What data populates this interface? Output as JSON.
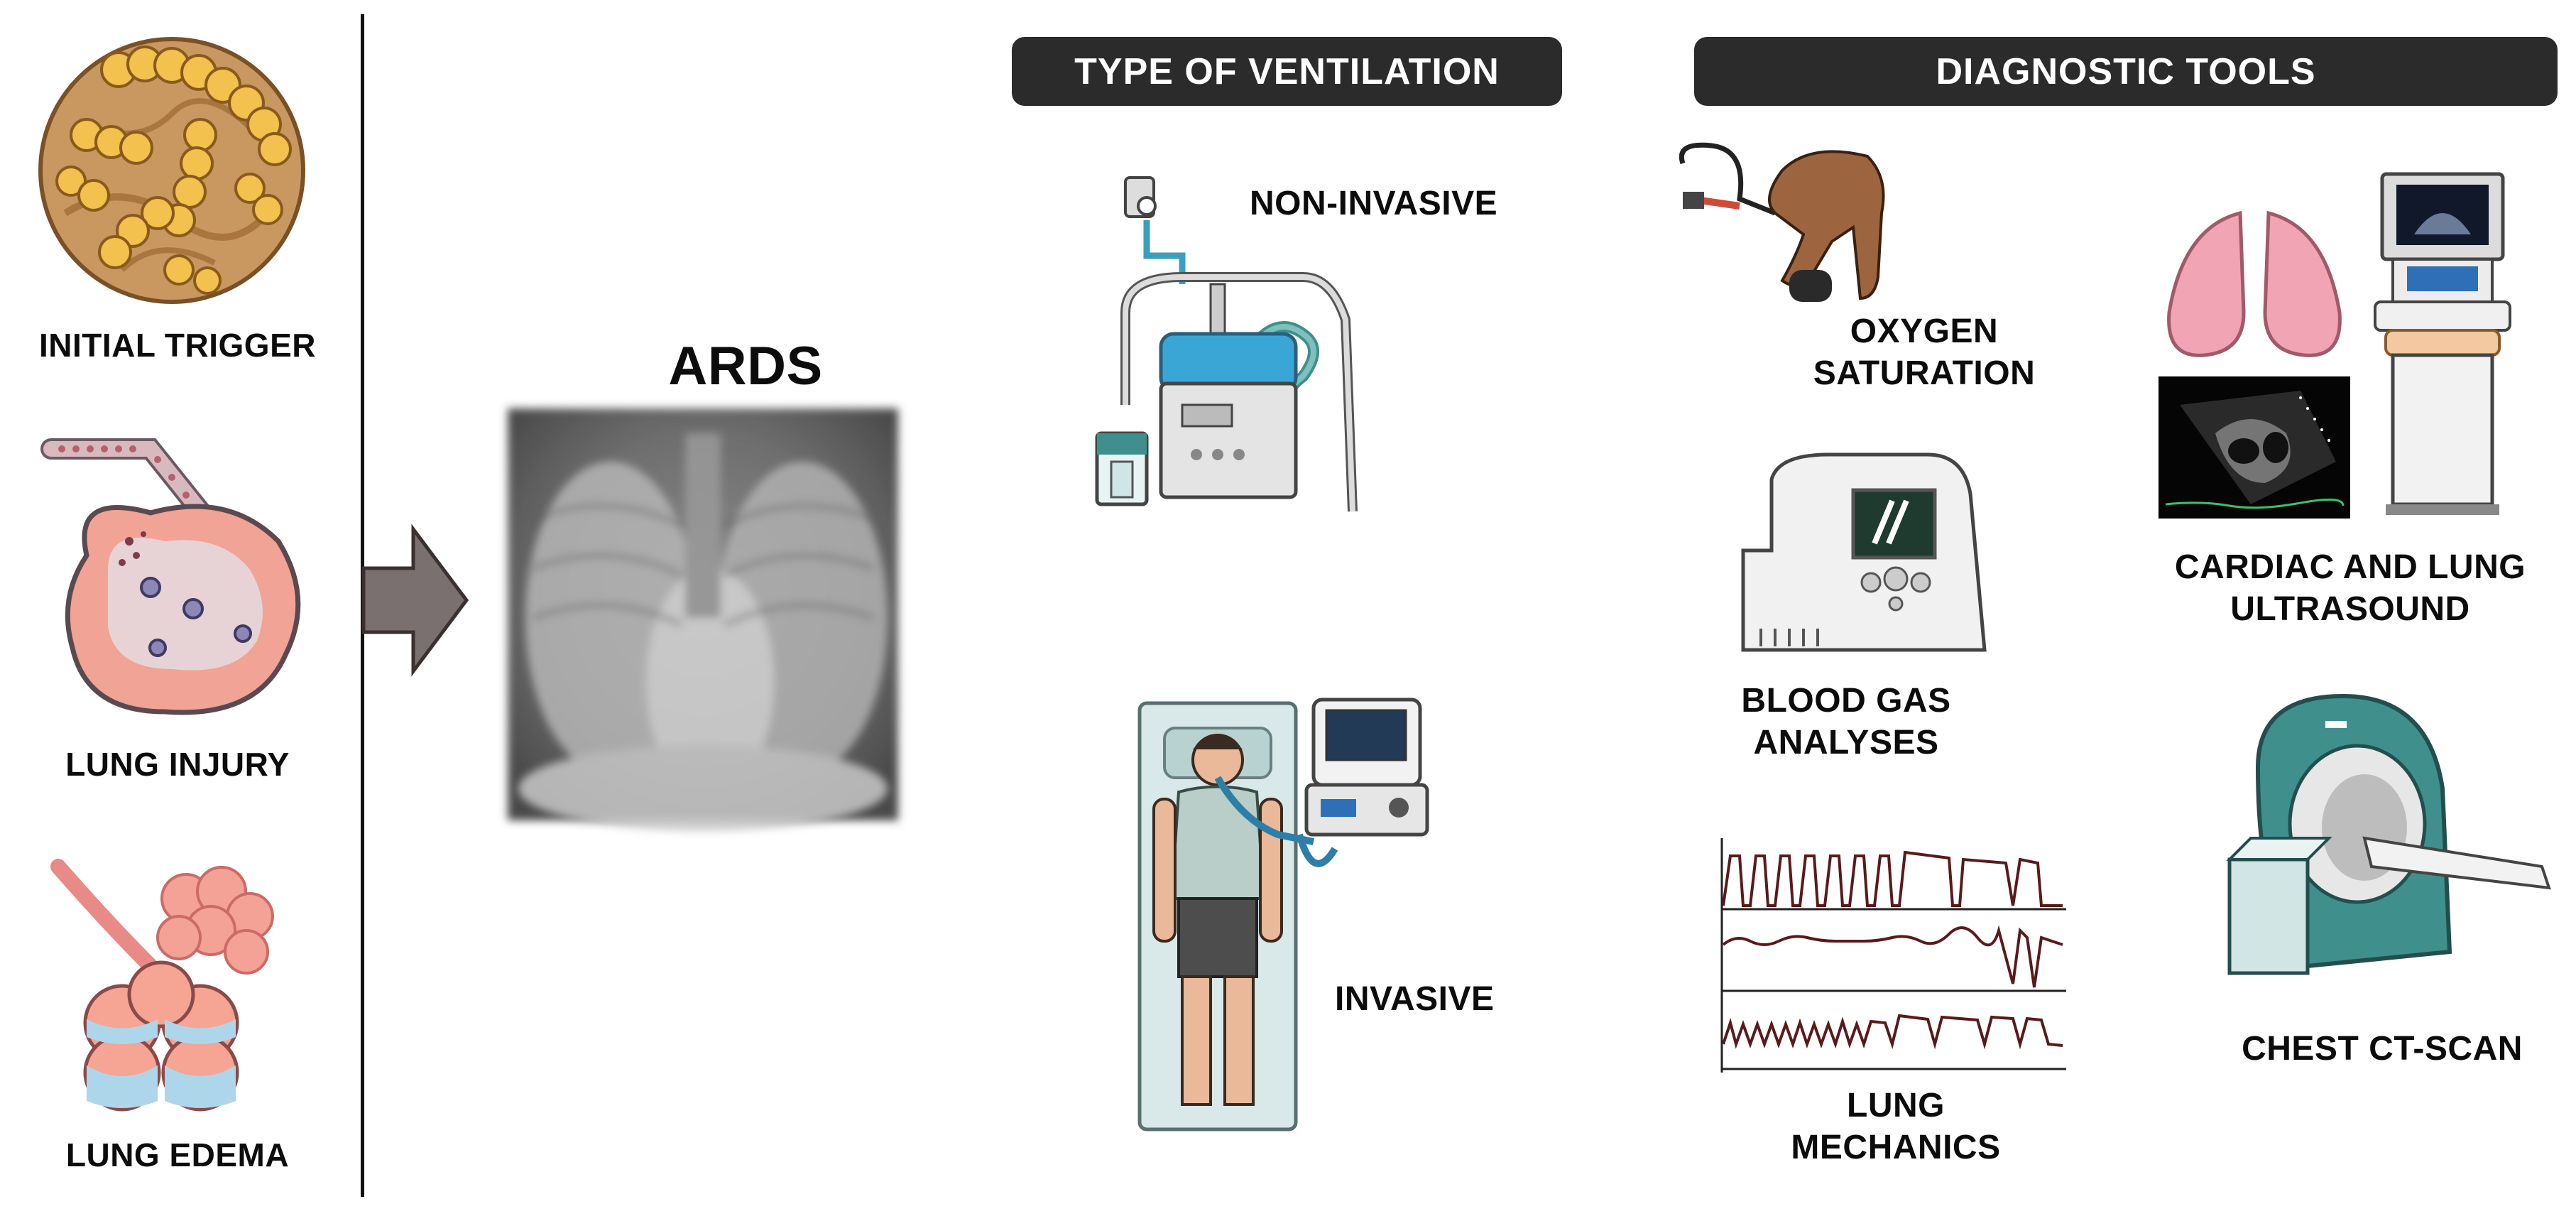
{
  "left_column": {
    "items": [
      {
        "label": "INITIAL TRIGGER",
        "icon": "bacteria-icon"
      },
      {
        "label": "LUNG INJURY",
        "icon": "alveolus-injury-icon"
      },
      {
        "label": "LUNG EDEMA",
        "icon": "alveoli-edema-icon"
      }
    ]
  },
  "center": {
    "title": "ARDS",
    "image": "chest-xray"
  },
  "ventilation": {
    "header": "TYPE OF VENTILATION",
    "non_invasive": "NON-INVASIVE",
    "invasive": "INVASIVE"
  },
  "diagnostics": {
    "header": "DIAGNOSTIC TOOLS",
    "oxygen": {
      "line1": "OXYGEN",
      "line2": "SATURATION"
    },
    "blood_gas": {
      "line1": "BLOOD GAS",
      "line2": "ANALYSES"
    },
    "mechanics": {
      "line1": "LUNG",
      "line2": "MECHANICS"
    },
    "ultrasound": {
      "line1": "CARDIAC AND LUNG",
      "line2": "ULTRASOUND"
    },
    "ct": "CHEST CT-SCAN"
  },
  "colors": {
    "header_bg": "#2b2b2b",
    "arrow": "#7a7070",
    "tissue_pink": "#f1a396",
    "bacteria_yellow": "#f2c14e",
    "equipment_teal": "#3f8f8d",
    "monitor_blue": "#2f6fb8"
  }
}
